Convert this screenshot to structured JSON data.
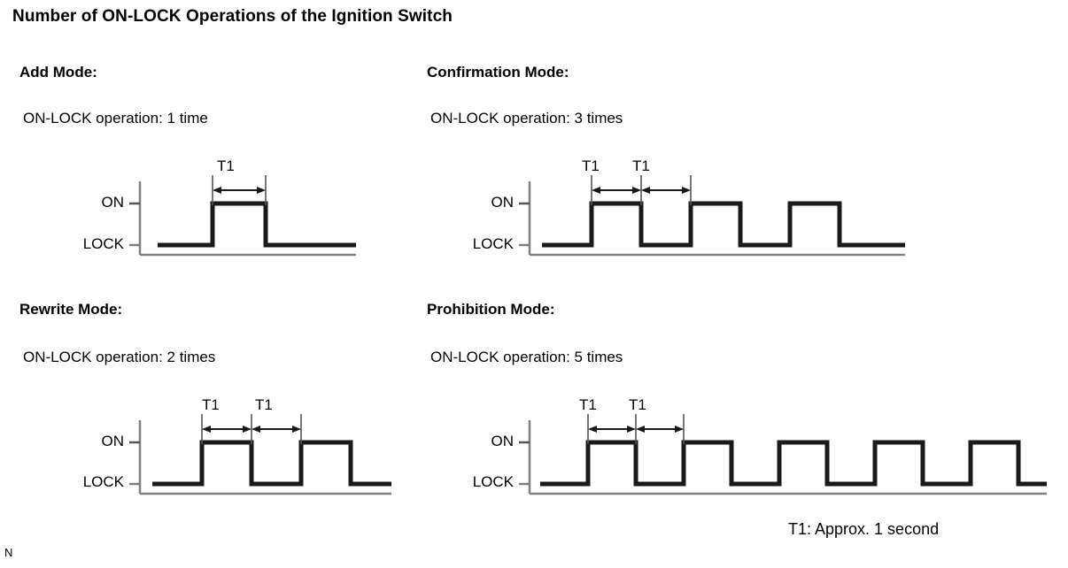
{
  "figure": {
    "title": "Number of ON-LOCK Operations of the Ignition Switch",
    "footnote": "T1: Approx. 1 second",
    "corner_mark": "N",
    "axis_labels": {
      "high": "ON",
      "low": "LOCK"
    },
    "t1_label": "T1",
    "colors": {
      "waveform": "#1a1a1a",
      "axis": "#808080",
      "text": "#000000",
      "background": "#ffffff"
    }
  },
  "panels": [
    {
      "id": "add-mode",
      "title": "Add Mode:",
      "subtitle": "ON-LOCK operation: 1 time",
      "pulses": 1,
      "t1_marks": 1,
      "high_label": "ON",
      "low_label": "LOCK"
    },
    {
      "id": "confirmation-mode",
      "title": "Confirmation Mode:",
      "subtitle": "ON-LOCK operation: 3 times",
      "pulses": 3,
      "t1_marks": 2,
      "high_label": "ON",
      "low_label": "LOCK"
    },
    {
      "id": "rewrite-mode",
      "title": "Rewrite Mode:",
      "subtitle": "ON-LOCK operation: 2 times",
      "pulses": 2,
      "t1_marks": 2,
      "high_label": "ON",
      "low_label": "LOCK"
    },
    {
      "id": "prohibition-mode",
      "title": "Prohibition Mode:",
      "subtitle": "ON-LOCK operation: 5 times",
      "pulses": 5,
      "t1_marks": 2,
      "high_label": "ON",
      "low_label": "LOCK"
    }
  ],
  "chart_data": {
    "type": "line",
    "title": "Number of ON-LOCK Operations of the Ignition Switch",
    "xlabel": "",
    "ylabel": "",
    "annotations": [
      "T1: Approx. 1 second"
    ],
    "levels": [
      "LOCK",
      "ON"
    ],
    "series": [
      {
        "name": "Add Mode",
        "pulses": 1,
        "values": [
          0,
          1,
          0
        ]
      },
      {
        "name": "Confirmation Mode",
        "pulses": 3,
        "values": [
          0,
          1,
          0,
          1,
          0,
          1,
          0
        ]
      },
      {
        "name": "Rewrite Mode",
        "pulses": 2,
        "values": [
          0,
          1,
          0,
          1,
          0
        ]
      },
      {
        "name": "Prohibition Mode",
        "pulses": 5,
        "values": [
          0,
          1,
          0,
          1,
          0,
          1,
          0,
          1,
          0,
          1,
          0
        ]
      }
    ]
  }
}
